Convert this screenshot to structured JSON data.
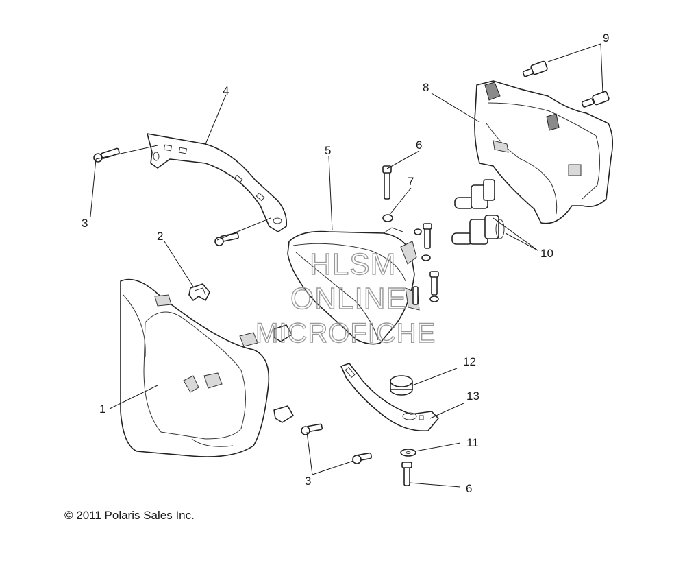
{
  "callouts": [
    {
      "id": "c1",
      "label": "1"
    },
    {
      "id": "c2",
      "label": "2"
    },
    {
      "id": "c3a",
      "label": "3"
    },
    {
      "id": "c3b",
      "label": "3"
    },
    {
      "id": "c4",
      "label": "4"
    },
    {
      "id": "c5",
      "label": "5"
    },
    {
      "id": "c6a",
      "label": "6"
    },
    {
      "id": "c6b",
      "label": "6"
    },
    {
      "id": "c7",
      "label": "7"
    },
    {
      "id": "c8",
      "label": "8"
    },
    {
      "id": "c9",
      "label": "9"
    },
    {
      "id": "c10",
      "label": "10"
    },
    {
      "id": "c11",
      "label": "11"
    },
    {
      "id": "c12",
      "label": "12"
    },
    {
      "id": "c13",
      "label": "13"
    }
  ],
  "watermark": {
    "line1": "HLSM",
    "line2": "ONLINE",
    "line3": "MICROFICHE"
  },
  "copyright": "© 2011 Polaris Sales Inc."
}
